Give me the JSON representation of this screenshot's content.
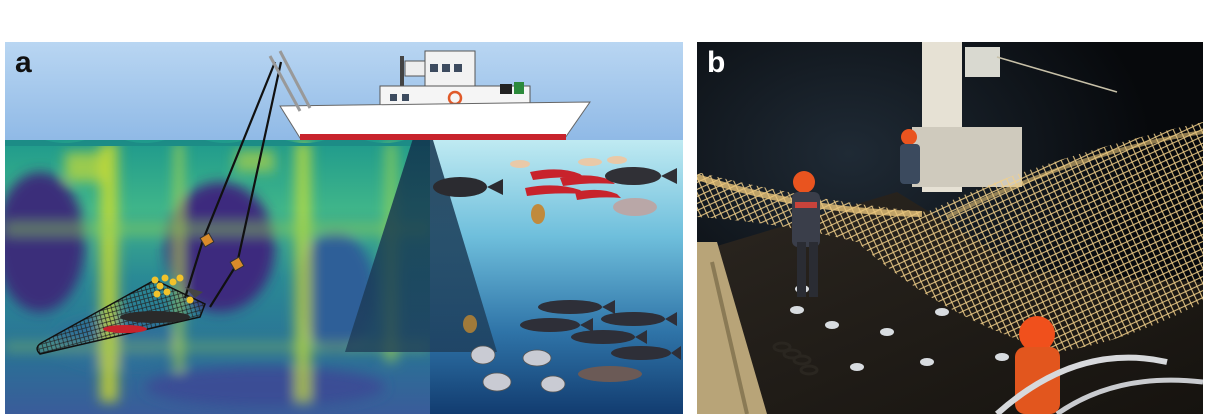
{
  "figure": {
    "panel_a": {
      "label": "a",
      "elements": [
        "trawler-vessel",
        "trawl-cable",
        "trawl-net",
        "echogram",
        "acoustic-beam",
        "mesopelagic-fish",
        "shrimp"
      ]
    },
    "panel_b": {
      "label": "b",
      "elements": [
        "deck",
        "crew-member",
        "trawl-net-mesh",
        "mast",
        "chain"
      ]
    }
  },
  "colors": {
    "sky": "#9ec4ea",
    "echogram_yellow": "#d9e22a",
    "echogram_teal": "#1f8f8f",
    "echogram_purple": "#3b2f7a",
    "ocean_light": "#aee4ef",
    "ocean_deep": "#123c70",
    "hull_red": "#c8232c",
    "net_yellow": "#f2d08a",
    "helmet_orange": "#f0501c"
  }
}
